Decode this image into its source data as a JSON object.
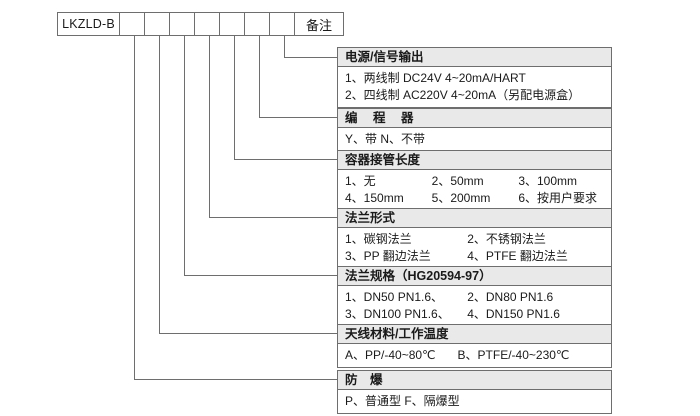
{
  "code_row": {
    "model": "LKZLD-B",
    "blank_cells": [
      "",
      "",
      "",
      "",
      "",
      "",
      ""
    ],
    "note_label": "备注"
  },
  "colors": {
    "line": "#6e6e6e",
    "header_fill": "#e9e9e9",
    "text": "#1a1a1a",
    "background": "#ffffff"
  },
  "blocks": [
    {
      "id": "power-signal-output",
      "title": "电源/信号输出",
      "layout": "full",
      "rows": [
        [
          "1、两线制  DC24V 4~20mA/HART"
        ],
        [
          "2、四线制 AC220V 4~20mA（另配电源盒）"
        ]
      ]
    },
    {
      "id": "programmer",
      "title": "编 程 器",
      "layout": "full",
      "rows": [
        [
          "Y、带    N、不带"
        ]
      ]
    },
    {
      "id": "vessel-nozzle-length",
      "title": "容器接管长度",
      "layout": "3col",
      "rows": [
        [
          "1、无",
          "2、50mm",
          "3、100mm"
        ],
        [
          "4、150mm",
          "5、200mm",
          "6、按用户要求"
        ]
      ]
    },
    {
      "id": "flange-type",
      "title": "法兰形式",
      "layout": "2col",
      "rows": [
        [
          "1、碳钢法兰",
          "2、不锈钢法兰"
        ],
        [
          "3、PP 翻边法兰",
          "4、PTFE 翻边法兰"
        ]
      ]
    },
    {
      "id": "flange-spec",
      "title": "法兰规格（HG20594-97）",
      "layout": "2col",
      "rows": [
        [
          "1、DN50 PN1.6、",
          "2、DN80 PN1.6"
        ],
        [
          "3、DN100 PN1.6、",
          "4、DN150 PN1.6"
        ]
      ]
    },
    {
      "id": "antenna-material-temp",
      "title": "天线材料/工作温度",
      "layout": "2col",
      "rows": [
        [
          "A、PP/-40~80℃",
          "B、PTFE/-40~230℃"
        ]
      ]
    },
    {
      "id": "explosion-proof",
      "title": "防　爆",
      "layout": "full",
      "rows": [
        [
          "P、普通型    F、隔爆型"
        ]
      ]
    }
  ]
}
